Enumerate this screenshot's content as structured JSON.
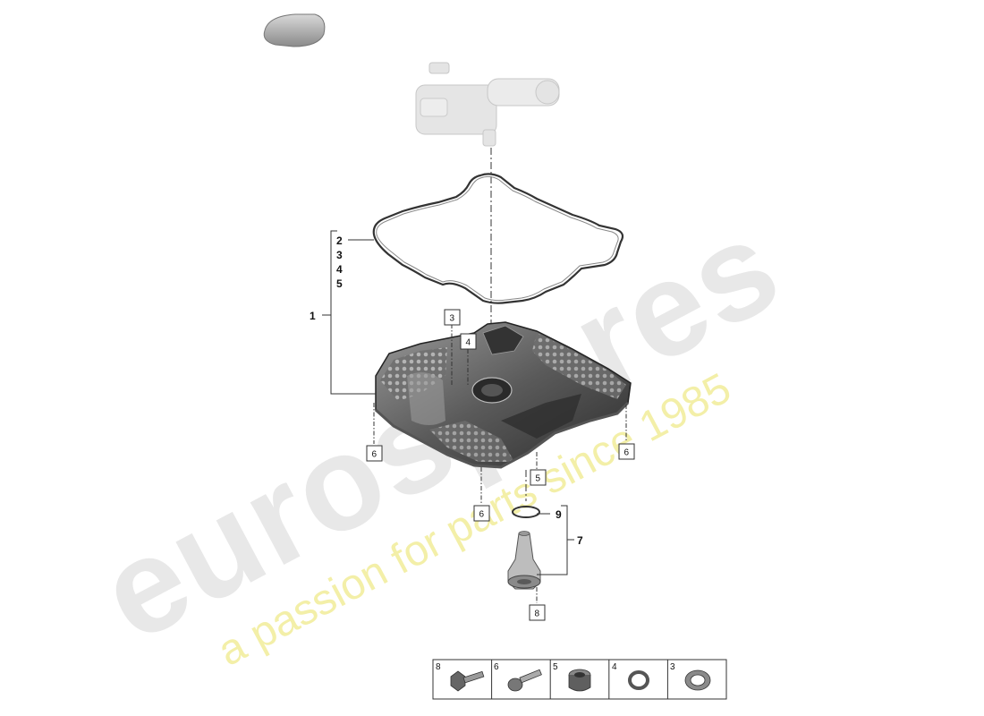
{
  "watermark": {
    "brand": "eurospares",
    "tagline": "a passion for parts since 1985"
  },
  "callouts": {
    "item1": "1",
    "item2": "2",
    "item3": "3",
    "item4": "4",
    "item5": "5",
    "item7": "7",
    "item9": "9"
  },
  "boxed_refs": {
    "ref3": "3",
    "ref4": "4",
    "ref6_left": "6",
    "ref6_right": "6",
    "ref6_bottom": "6",
    "ref5": "5",
    "ref8": "8"
  },
  "legend": {
    "cells": [
      {
        "num": "8",
        "icon": "bolt-flange-icon"
      },
      {
        "num": "6",
        "icon": "bolt-round-head-icon"
      },
      {
        "num": "5",
        "icon": "plug-icon"
      },
      {
        "num": "4",
        "icon": "ring-seal-icon"
      },
      {
        "num": "3",
        "icon": "sleeve-icon"
      }
    ]
  },
  "colors": {
    "line": "#222222",
    "part_dark": "#3a3a3a",
    "part_mid": "#8a8a8a",
    "part_light": "#c8c8c8",
    "watermark_grey": "#e8e8e8",
    "watermark_yellow": "#f3efa8"
  }
}
